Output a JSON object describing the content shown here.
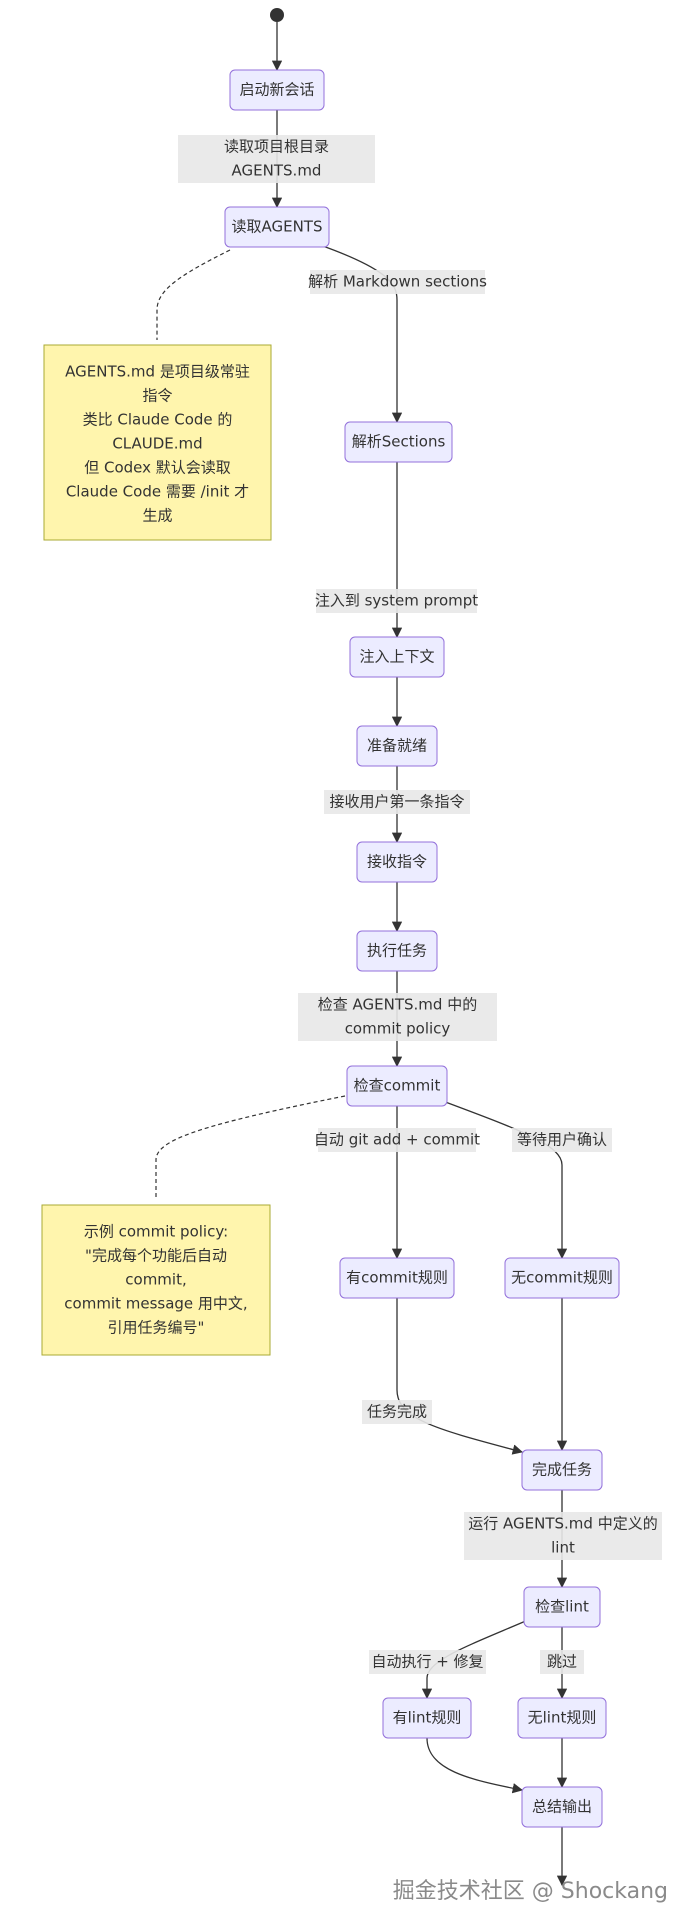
{
  "nodes": {
    "start_new_session": "启动新会话",
    "read_agents": "读取AGENTS",
    "parse_sections": "解析Sections",
    "inject_context": "注入上下文",
    "ready": "准备就绪",
    "receive_instruction": "接收指令",
    "execute_task": "执行任务",
    "check_commit": "检查commit",
    "has_commit_rule": "有commit规则",
    "no_commit_rule": "无commit规则",
    "complete_task": "完成任务",
    "check_lint": "检查lint",
    "has_lint_rule": "有lint规则",
    "no_lint_rule": "无lint规则",
    "summary_output": "总结输出"
  },
  "edge_labels": {
    "read_root_line1": "读取项目根目录",
    "read_root_line2": "AGENTS.md",
    "parse_markdown": "解析 Markdown sections",
    "inject_system_prompt": "注入到 system prompt",
    "receive_first": "接收用户第一条指令",
    "check_policy_line1": "检查 AGENTS.md 中的",
    "check_policy_line2": "commit policy",
    "auto_commit": "自动 git add + commit",
    "wait_confirm": "等待用户确认",
    "task_done": "任务完成",
    "run_lint_line1": "运行 AGENTS.md 中定义的",
    "run_lint_line2": "lint",
    "auto_fix": "自动执行 + 修复",
    "skip": "跳过"
  },
  "notes": {
    "agents_note": [
      "AGENTS.md 是项目级常驻",
      "指令",
      "类比 Claude Code 的",
      "CLAUDE.md",
      "但 Codex 默认会读取",
      "Claude Code 需要 /init 才",
      "生成"
    ],
    "commit_note": [
      "示例 commit policy:",
      "\"完成每个功能后自动",
      "commit,",
      "commit message 用中文,",
      "引用任务编号\""
    ]
  },
  "watermark": "掘金技术社区 @ Shockang",
  "colors": {
    "node_fill": "#ECECFF",
    "node_stroke": "#9370DB",
    "note_fill": "#fff5ad",
    "note_stroke": "#aaaa33",
    "edge_label_bg": "#e8e8e8"
  }
}
